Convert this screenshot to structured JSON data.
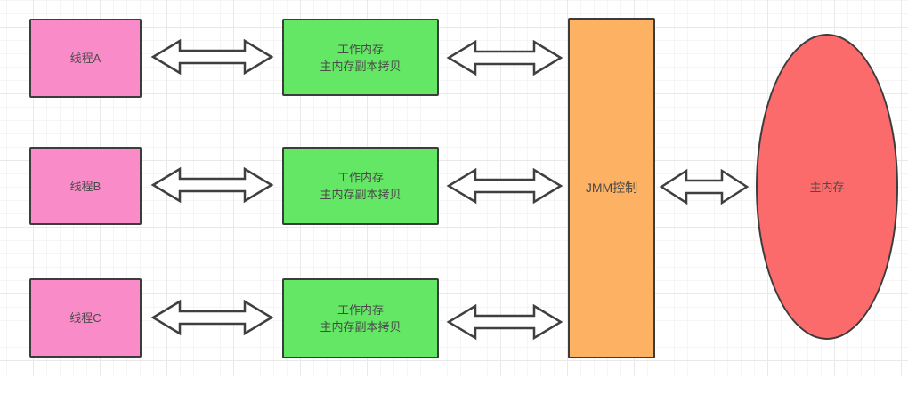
{
  "diagram": {
    "threads": [
      {
        "label": "线程A"
      },
      {
        "label": "线程B"
      },
      {
        "label": "线程C"
      }
    ],
    "work_memory": {
      "line1": "工作内存",
      "line2": "主内存副本拷贝"
    },
    "jmm_control": {
      "label": "JMM控制"
    },
    "main_memory": {
      "label": "主内存"
    }
  },
  "colors": {
    "thread_fill": "#f98cc8",
    "work_memory_fill": "#64e764",
    "jmm_fill": "#fdb163",
    "main_memory_fill": "#fb6b6b",
    "shape_stroke": "#3c3c3c",
    "arrow_fill": "#ffffff",
    "arrow_stroke": "#3f3f3f",
    "text": "#4a4a4a",
    "grid_minor": "#f5f5f5",
    "grid_major": "#e9e9e9",
    "background": "#ffffff"
  }
}
